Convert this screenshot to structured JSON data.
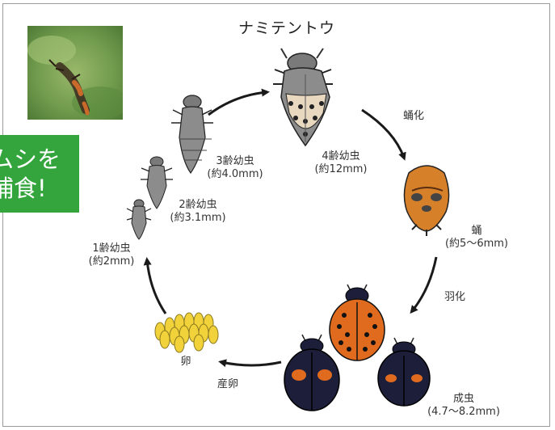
{
  "title": "ナミテントウ",
  "callout": {
    "line1": "ムシを",
    "line2": "捕食!"
  },
  "stages": {
    "egg": {
      "name": "卵"
    },
    "instar1": {
      "name": "1齢幼虫",
      "size": "(約2mm)"
    },
    "instar2": {
      "name": "2齢幼虫",
      "size": "(約3.1mm)"
    },
    "instar3": {
      "name": "3齢幼虫",
      "size": "(約4.0mm)"
    },
    "instar4": {
      "name": "4齢幼虫",
      "size": "(約12mm)"
    },
    "pupa": {
      "name": "蛹",
      "size": "(約5～6mm)"
    },
    "adult": {
      "name": "成虫",
      "size": "(4.7～8.2mm)"
    }
  },
  "transitions": {
    "pupation": "蛹化",
    "emergence": "羽化",
    "oviposition": "産卵"
  },
  "colors": {
    "callout": "#33a53c",
    "arrow": "#1a1a1a",
    "larva": "#8c8c8c",
    "pupa": "#d6802a",
    "adult_orange": "#e06a1e",
    "adult_black": "#1d1f3a",
    "egg": "#f2d23a"
  }
}
